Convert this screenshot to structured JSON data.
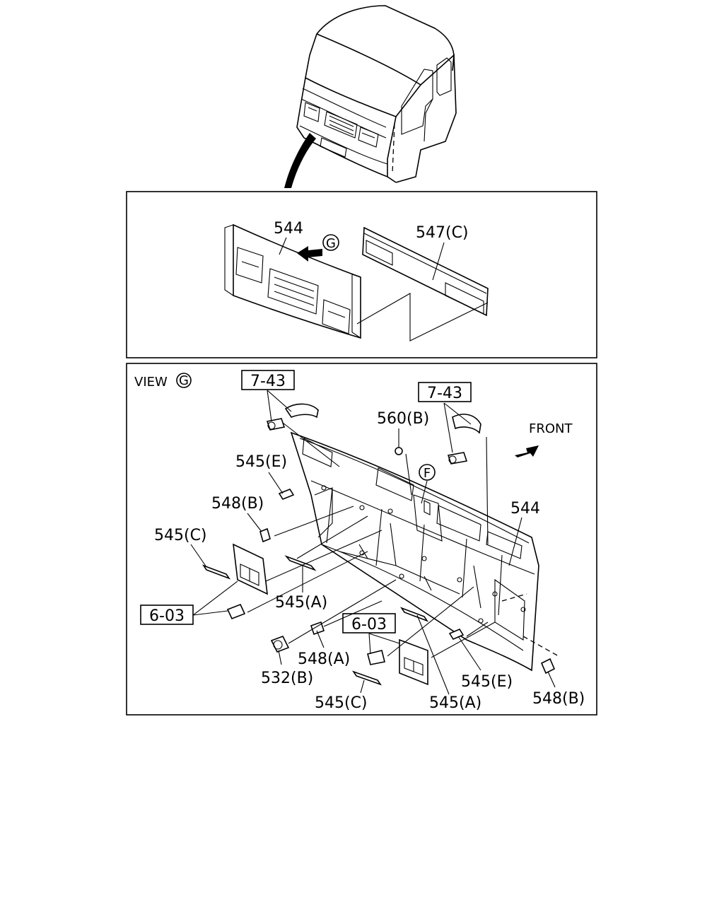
{
  "view_label": "VIEW",
  "view_marker": "G",
  "arrow_marker_top": "G",
  "marker_f": "F",
  "front_label": "FRONT",
  "top_panel": {
    "callouts": {
      "grille": "544",
      "strip": "547(C)"
    }
  },
  "view_panel": {
    "ref_boxes": {
      "left_top": "7-43",
      "right_top": "7-43",
      "left_mid": "6-03",
      "center_low": "6-03"
    },
    "callouts": {
      "c560b": "560(B)",
      "c545e_left": "545(E)",
      "c548b_left": "548(B)",
      "c545c_left": "545(C)",
      "c545a_mid": "545(A)",
      "c548a": "548(A)",
      "c532b": "532(B)",
      "c545c_bottom": "545(C)",
      "c545a_bottom": "545(A)",
      "c545e_right": "545(E)",
      "c548b_right": "548(B)",
      "c544_right": "544"
    }
  }
}
